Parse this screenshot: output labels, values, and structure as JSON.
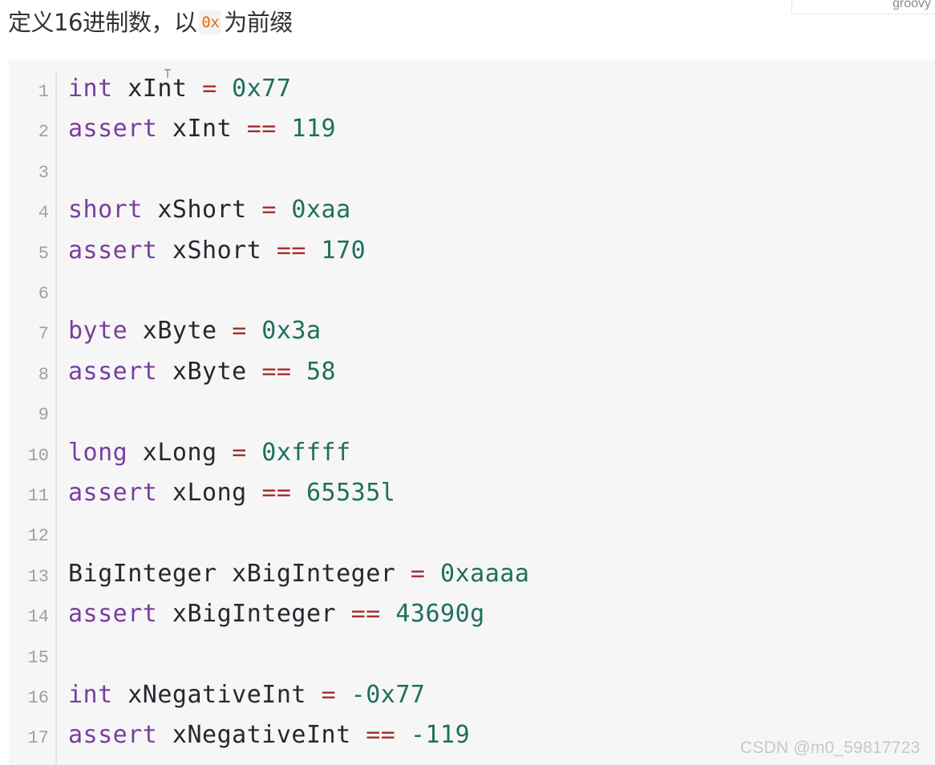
{
  "heading": {
    "text_before": "定义16进制数，以",
    "inline_code": "0x",
    "text_after": "为前缀"
  },
  "code_block": {
    "language": "groovy",
    "lines": [
      {
        "n": "1",
        "tokens": [
          {
            "t": "int",
            "c": "kw"
          },
          {
            "t": " xInt ",
            "c": "id"
          },
          {
            "t": "=",
            "c": "op"
          },
          {
            "t": " 0x77",
            "c": "num"
          }
        ]
      },
      {
        "n": "2",
        "tokens": [
          {
            "t": "assert",
            "c": "kw"
          },
          {
            "t": " xInt ",
            "c": "id"
          },
          {
            "t": "==",
            "c": "op"
          },
          {
            "t": " 119",
            "c": "num"
          }
        ]
      },
      {
        "n": "3",
        "tokens": []
      },
      {
        "n": "4",
        "tokens": [
          {
            "t": "short",
            "c": "kw"
          },
          {
            "t": " xShort ",
            "c": "id"
          },
          {
            "t": "=",
            "c": "op"
          },
          {
            "t": " 0xaa",
            "c": "num"
          }
        ]
      },
      {
        "n": "5",
        "tokens": [
          {
            "t": "assert",
            "c": "kw"
          },
          {
            "t": " xShort ",
            "c": "id"
          },
          {
            "t": "==",
            "c": "op"
          },
          {
            "t": " 170",
            "c": "num"
          }
        ]
      },
      {
        "n": "6",
        "tokens": []
      },
      {
        "n": "7",
        "tokens": [
          {
            "t": "byte",
            "c": "kw"
          },
          {
            "t": " xByte ",
            "c": "id"
          },
          {
            "t": "=",
            "c": "op"
          },
          {
            "t": " 0x3a",
            "c": "num"
          }
        ]
      },
      {
        "n": "8",
        "tokens": [
          {
            "t": "assert",
            "c": "kw"
          },
          {
            "t": " xByte ",
            "c": "id"
          },
          {
            "t": "==",
            "c": "op"
          },
          {
            "t": " 58",
            "c": "num"
          }
        ]
      },
      {
        "n": "9",
        "tokens": []
      },
      {
        "n": "10",
        "tokens": [
          {
            "t": "long",
            "c": "kw"
          },
          {
            "t": " xLong ",
            "c": "id"
          },
          {
            "t": "=",
            "c": "op"
          },
          {
            "t": " 0xffff",
            "c": "num"
          }
        ]
      },
      {
        "n": "11",
        "tokens": [
          {
            "t": "assert",
            "c": "kw"
          },
          {
            "t": " xLong ",
            "c": "id"
          },
          {
            "t": "==",
            "c": "op"
          },
          {
            "t": " 65535l",
            "c": "num"
          }
        ]
      },
      {
        "n": "12",
        "tokens": []
      },
      {
        "n": "13",
        "tokens": [
          {
            "t": "BigInteger xBigInteger ",
            "c": "id"
          },
          {
            "t": "=",
            "c": "op"
          },
          {
            "t": " 0xaaaa",
            "c": "num"
          }
        ]
      },
      {
        "n": "14",
        "tokens": [
          {
            "t": "assert",
            "c": "kw"
          },
          {
            "t": " xBigInteger ",
            "c": "id"
          },
          {
            "t": "==",
            "c": "op"
          },
          {
            "t": " 43690g",
            "c": "num"
          }
        ]
      },
      {
        "n": "15",
        "tokens": []
      },
      {
        "n": "16",
        "tokens": [
          {
            "t": "int",
            "c": "kw"
          },
          {
            "t": " xNegativeInt ",
            "c": "id"
          },
          {
            "t": "=",
            "c": "op"
          },
          {
            "t": " -0x77",
            "c": "num"
          }
        ]
      },
      {
        "n": "17",
        "tokens": [
          {
            "t": "assert",
            "c": "kw"
          },
          {
            "t": " xNegativeInt ",
            "c": "id"
          },
          {
            "t": "==",
            "c": "op"
          },
          {
            "t": " -119",
            "c": "num"
          }
        ]
      }
    ]
  },
  "watermark": "CSDN @m0_59817723",
  "colors": {
    "keyword": "#7a3e9d",
    "operator": "#a83232",
    "number": "#1f6f5c",
    "inline_code": "#e96900",
    "code_background": "#f6f6f7"
  }
}
